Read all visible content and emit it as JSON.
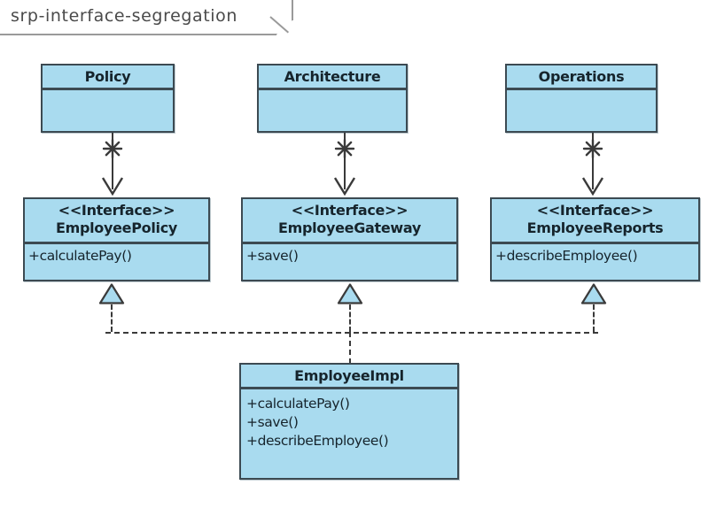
{
  "diagram": {
    "title": "srp-interface-segregation",
    "type": "uml-class-diagram",
    "background_color": "#ffffff",
    "box_fill_color": "#a9dbef",
    "box_border_color": "#3c4a52",
    "line_color": "#3a3a3a"
  },
  "actors": [
    {
      "id": "policy",
      "name": "Policy"
    },
    {
      "id": "architecture",
      "name": "Architecture"
    },
    {
      "id": "operations",
      "name": "Operations"
    }
  ],
  "interfaces": [
    {
      "id": "employee-policy",
      "stereotype": "<<Interface>>",
      "name": "EmployeePolicy",
      "methods": [
        "+calculatePay()"
      ]
    },
    {
      "id": "employee-gateway",
      "stereotype": "<<Interface>>",
      "name": "EmployeeGateway",
      "methods": [
        "+save()"
      ]
    },
    {
      "id": "employee-reports",
      "stereotype": "<<Interface>>",
      "name": "EmployeeReports",
      "methods": [
        "+describeEmployee()"
      ]
    }
  ],
  "implementation": {
    "id": "employee-impl",
    "name": "EmployeeImpl",
    "methods": [
      "+calculatePay()",
      "+save()",
      "+describeEmployee()"
    ]
  },
  "relationships": [
    {
      "from": "Policy",
      "to": "EmployeePolicy",
      "kind": "dependency"
    },
    {
      "from": "Architecture",
      "to": "EmployeeGateway",
      "kind": "dependency"
    },
    {
      "from": "Operations",
      "to": "EmployeeReports",
      "kind": "dependency"
    },
    {
      "from": "EmployeeImpl",
      "to": "EmployeePolicy",
      "kind": "realization"
    },
    {
      "from": "EmployeeImpl",
      "to": "EmployeeGateway",
      "kind": "realization"
    },
    {
      "from": "EmployeeImpl",
      "to": "EmployeeReports",
      "kind": "realization"
    }
  ]
}
